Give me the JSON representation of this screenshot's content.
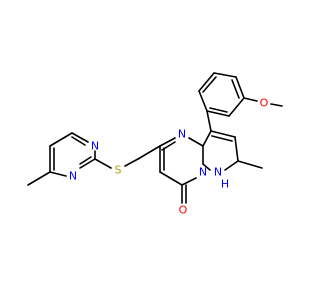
{
  "colors": {
    "bond": "#000000",
    "nitrogen": "#0000ff",
    "oxygen": "#ff0000",
    "sulfur": "#b3a300",
    "background": "#ffffff"
  },
  "atoms": {
    "n_pyr1": "N",
    "n_pyr2": "N",
    "s_thio": "S",
    "n_ring_top": "N",
    "n_bridge": "N",
    "n_h": "N",
    "h_on_n": "H",
    "o_methoxy": "O",
    "o_carbonyl": "O"
  }
}
